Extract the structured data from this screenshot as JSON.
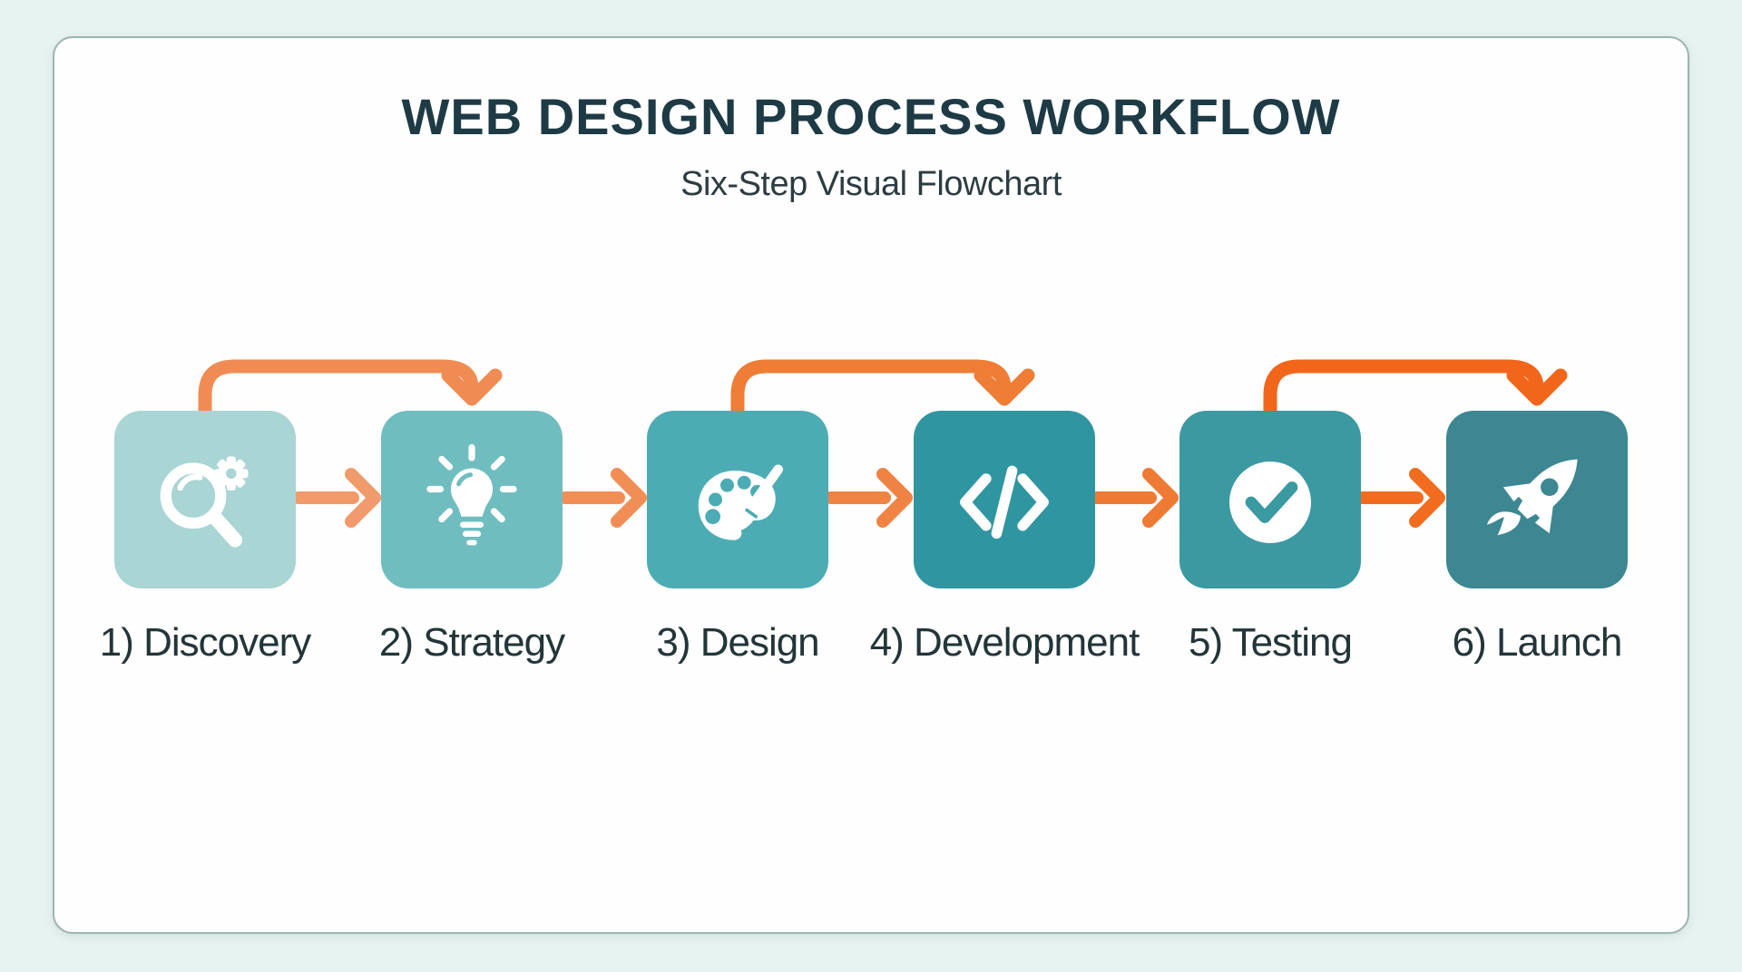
{
  "page": {
    "background": "#e7f3f0"
  },
  "card": {
    "background": "#fdfefd",
    "border_color": "#9db4b0"
  },
  "header": {
    "title": "WEB DESIGN PROCESS WORKFLOW",
    "title_color": "#1d3a45",
    "subtitle": "Six-Step Visual Flowchart",
    "subtitle_color": "#2d3c41"
  },
  "label_color": "#233539",
  "icon_color": "#ffffff",
  "steps": [
    {
      "label": "1) Discovery",
      "icon": "magnifier-gear-icon",
      "box_color": "#a9d5d4"
    },
    {
      "label": "2) Strategy",
      "icon": "lightbulb-icon",
      "box_color": "#70bdc0"
    },
    {
      "label": "3) Design",
      "icon": "palette-brush-icon",
      "box_color": "#4cacb3"
    },
    {
      "label": "4) Development",
      "icon": "code-icon",
      "box_color": "#2f96a1"
    },
    {
      "label": "5) Testing",
      "icon": "checkmark-icon",
      "box_color": "#3b99a1"
    },
    {
      "label": "6) Launch",
      "icon": "rocket-icon",
      "box_color": "#3c8792"
    }
  ],
  "connectors": {
    "straight": [
      {
        "from": "1) Discovery",
        "to": "2) Strategy",
        "color": "#f19a6c"
      },
      {
        "from": "2) Strategy",
        "to": "3) Design",
        "color": "#f08e55"
      },
      {
        "from": "3) Design",
        "to": "4) Development",
        "color": "#ef8344"
      },
      {
        "from": "4) Development",
        "to": "5) Testing",
        "color": "#ee7a34"
      },
      {
        "from": "5) Testing",
        "to": "6) Launch",
        "color": "#f26c20"
      }
    ],
    "skip": [
      {
        "from": "1) Discovery",
        "to": "2) Strategy",
        "color": "#f08c53"
      },
      {
        "from": "3) Design",
        "to": "4) Development",
        "color": "#ee7d36"
      },
      {
        "from": "5) Testing",
        "to": "6) Launch",
        "color": "#f2661c"
      }
    ]
  }
}
